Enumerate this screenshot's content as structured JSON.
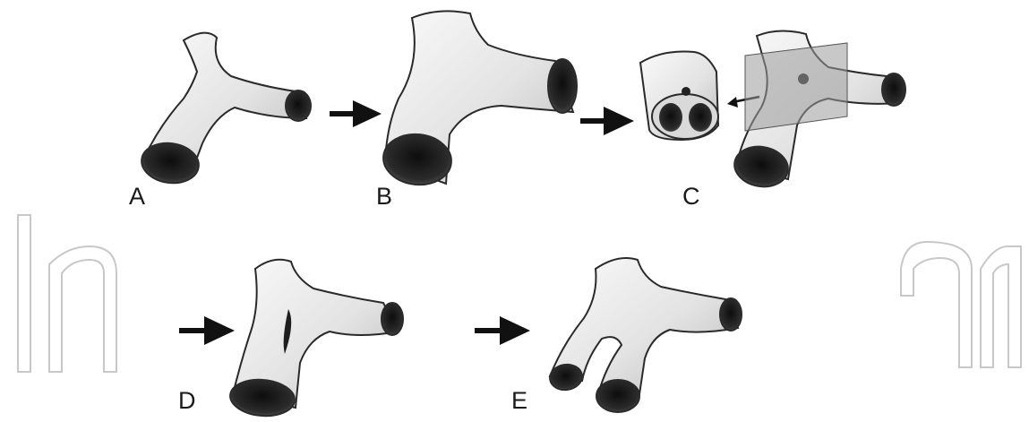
{
  "diagram": {
    "panels": [
      {
        "id": "A",
        "label": "A"
      },
      {
        "id": "B",
        "label": "B"
      },
      {
        "id": "C",
        "label": "C"
      },
      {
        "id": "D",
        "label": "D"
      },
      {
        "id": "E",
        "label": "E"
      }
    ],
    "colors": {
      "vessel_fill": "#e6e6e6",
      "vessel_outline": "#2a2a2a",
      "lumen": "#1e1e1e",
      "arrow": "#111111",
      "plane": "#9a9a9a",
      "watermark": "#c8c8c8",
      "label": "#1a1a1a"
    },
    "watermark": {
      "text": "InTechOpen"
    }
  }
}
